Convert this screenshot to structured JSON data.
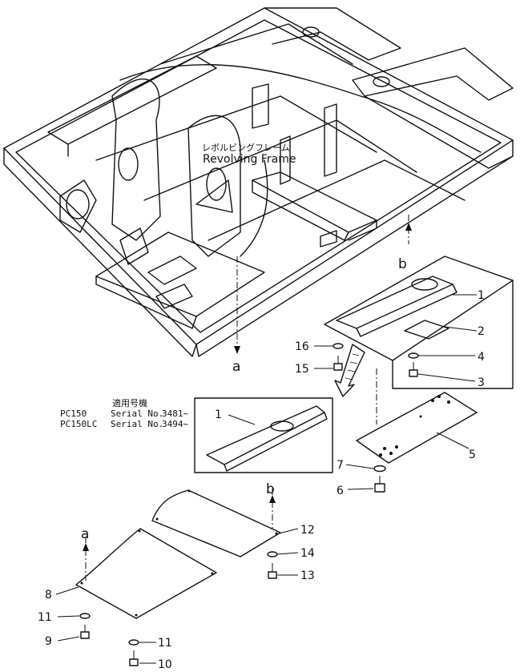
{
  "frame_label": {
    "japanese": "レボルビングフレーム",
    "english": "Revolving Frame"
  },
  "serial_note": {
    "header": "適用号機",
    "rows": [
      {
        "model": "PC150",
        "serial_label": "Serial No.",
        "serial_value": "3481~"
      },
      {
        "model": "PC150LC",
        "serial_label": "Serial No.",
        "serial_value": "3494~"
      }
    ]
  },
  "view_markers": {
    "a_upper": "a",
    "b_upper": "b",
    "a_lower": "a",
    "b_lower": "b"
  },
  "callouts": {
    "c1": "1",
    "c2": "2",
    "c3": "3",
    "c4": "4",
    "c5": "5",
    "c6": "6",
    "c7": "7",
    "c8": "8",
    "c9": "9",
    "c10": "10",
    "c11a": "11",
    "c11b": "11",
    "c12": "12",
    "c13": "13",
    "c14": "14",
    "c15": "15",
    "c16": "16",
    "c1_inset": "1"
  }
}
